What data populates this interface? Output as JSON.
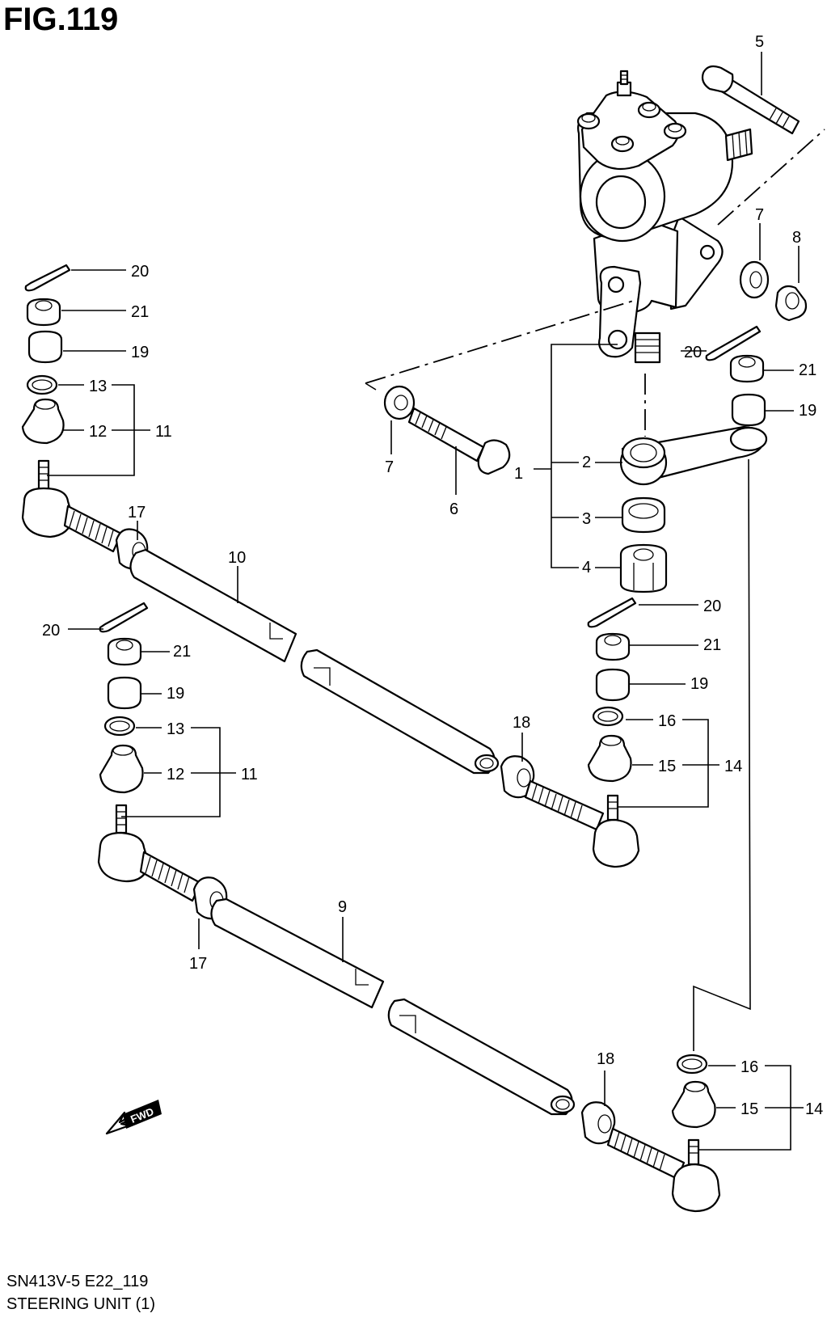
{
  "figure": {
    "title": "FIG.119",
    "code": "SN413V-5 E22_119",
    "name": "STEERING UNIT (1)",
    "fwd_mark": "FWD"
  },
  "callouts": {
    "c1": "1",
    "c2": "2",
    "c3": "3",
    "c4": "4",
    "c5": "5",
    "c6": "6",
    "c7a": "7",
    "c7b": "7",
    "c8": "8",
    "c9": "9",
    "c10": "10",
    "c11a": "11",
    "c11b": "11",
    "c12a": "12",
    "c12b": "12",
    "c13a": "13",
    "c13b": "13",
    "c14a": "14",
    "c14b": "14",
    "c15a": "15",
    "c15b": "15",
    "c16a": "16",
    "c16b": "16",
    "c17a": "17",
    "c17b": "17",
    "c18a": "18",
    "c18b": "18",
    "c19a": "19",
    "c19b": "19",
    "c19c": "19",
    "c19d": "19",
    "c20a": "20",
    "c20b": "20",
    "c20c": "20",
    "c20d": "20",
    "c21a": "21",
    "c21b": "21",
    "c21c": "21",
    "c21d": "21"
  },
  "colors": {
    "ink": "#000000",
    "paper": "#ffffff"
  }
}
